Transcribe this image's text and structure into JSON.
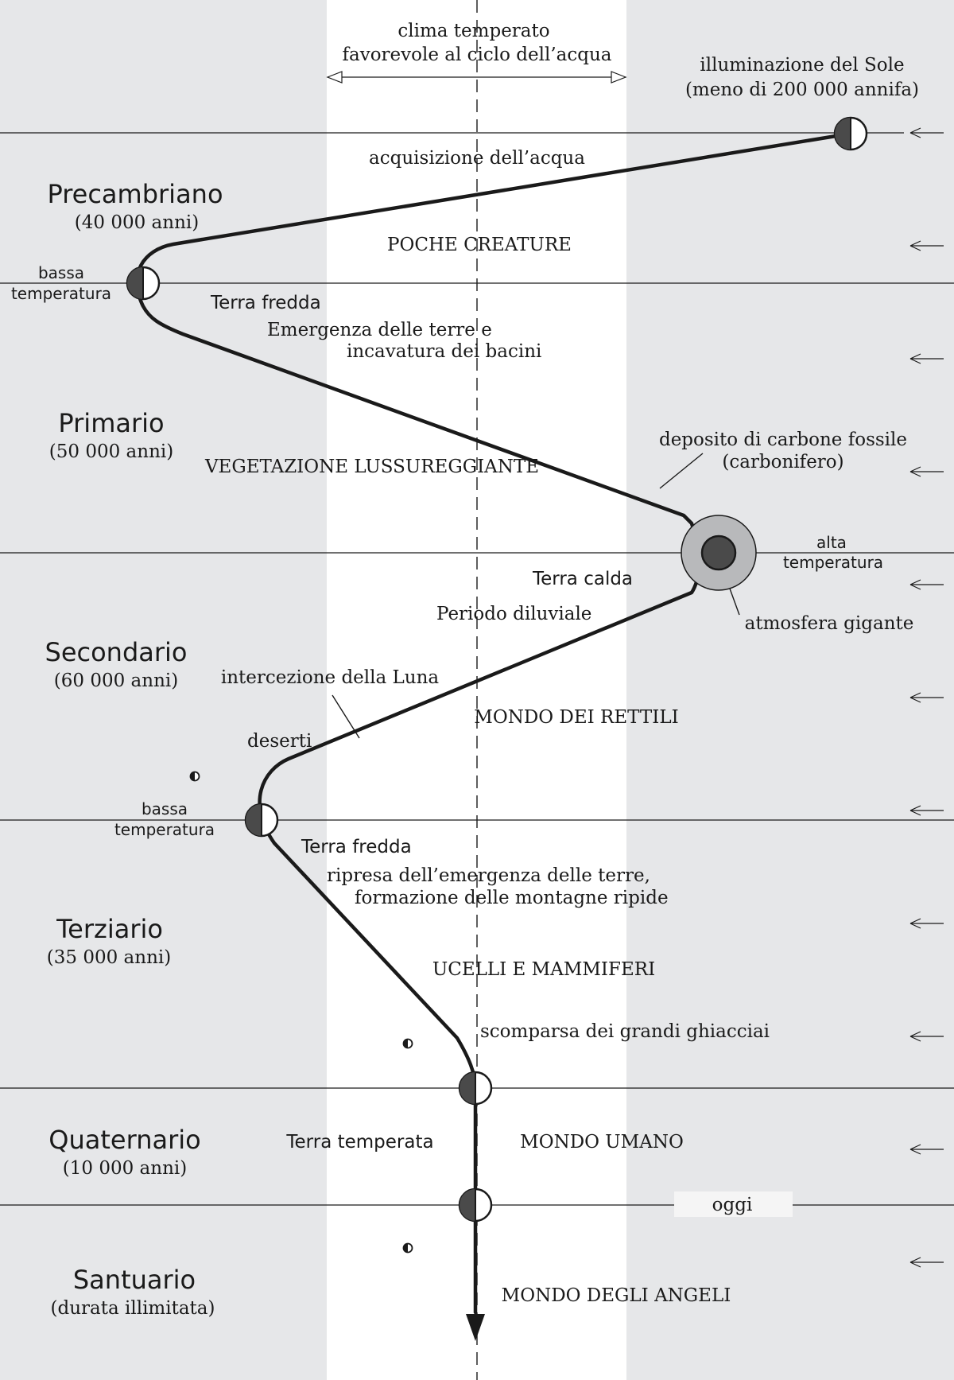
{
  "header": {
    "climate_line1": "clima temperato",
    "climate_line2": "favorevole al ciclo dell’acqua",
    "sun_line1": "illuminazione del Sole",
    "sun_line2": "(meno di 200 000 annifa)"
  },
  "eras": [
    {
      "name": "Precambriano",
      "duration": "(40 000 anni)",
      "theme": "POCHE CREATURE"
    },
    {
      "name": "Primario",
      "duration": "(50 000 anni)",
      "theme": "VEGETAZIONE LUSSUREGGIANTE"
    },
    {
      "name": "Secondario",
      "duration": "(60 000 anni)",
      "theme": "MONDO DEI RETTILI"
    },
    {
      "name": "Terziario",
      "duration": "(35 000 anni)",
      "theme": "UCELLI E MAMMIFERI"
    },
    {
      "name": "Quaternario",
      "duration": "(10 000 anni)",
      "theme": "MONDO UMANO"
    },
    {
      "name": "Santuario",
      "duration": "(durata illimitata)",
      "theme": "MONDO DEGLI ANGELI"
    }
  ],
  "events": {
    "acquisizione": "acquisizione dell’acqua",
    "bassa1_line1": "bassa",
    "bassa1_line2": "temperatura",
    "terra_fredda_1": "Terra fredda",
    "emergenza_line1": "Emergenza delle terre e",
    "emergenza_line2": "incavatura dei bacini",
    "carbone_line1": "deposito di carbone fossile",
    "carbone_line2": "(carbonifero)",
    "alta_line1": "alta",
    "alta_line2": "temperatura",
    "terra_calda": "Terra calda",
    "diluviale": "Periodo diluviale",
    "atmosfera": "atmosfera gigante",
    "luna": "intercezione della Luna",
    "deserti": "deserti",
    "bassa2_line1": "bassa",
    "bassa2_line2": "temperatura",
    "terra_fredda_2": "Terra fredda",
    "ripresa_line1": "ripresa dell’emergenza delle terre,",
    "ripresa_line2": "formazione delle montagne ripide",
    "ghiacciai": "scomparsa dei grandi ghiacciai",
    "terra_temperata": "Terra temperata",
    "oggi": "oggi"
  },
  "colors": {
    "background_gray": "#e6e7e9",
    "temperate_band": "#ffffff",
    "curve": "#1a1a1a",
    "planet_dark": "#4a4a4a",
    "atmosphere": "#b8b9bb"
  }
}
